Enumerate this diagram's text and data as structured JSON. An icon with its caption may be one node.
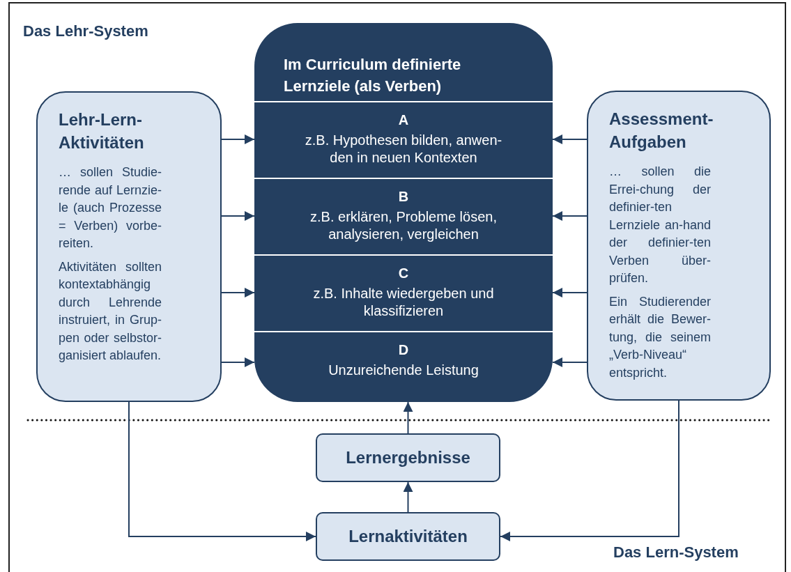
{
  "diagram": {
    "nodes": [
      {
        "text": [
          "Im Curriculum definierte Lernziele (als Verben)"
        ]
      },
      {
        "text": [
          "A",
          "z.B. Hypothesen bilden, anwen-den in neuen Kontexten"
        ],
        "in": 0
      },
      {
        "text": [
          "B",
          "z.B. erklären, Probleme lösen, analysieren, vergleichen"
        ],
        "in": 0
      },
      {
        "text": [
          "C",
          "z.B. Inhalte wiedergeben und klassifizieren"
        ],
        "in": 0
      },
      {
        "text": [
          "D",
          "Unzureichende Leistung"
        ],
        "in": 0
      },
      {
        "text": [
          "Lehr-Lern-Aktivitäten",
          "… sollen Studie-rende auf Lernzie-le (auch Prozesse = Verben) vorbe-reiten.",
          "Aktivitäten sollten kontextabhängig durch Lehrende instruiert, in Grup-pen oder selbstor-ganisiert ablaufen."
        ]
      },
      {
        "text": [
          "Assessment-Aufgaben",
          "… sollen die Errei-chung der definier-ten Lernziele an-hand der definier-ten Verben über-prüfen.",
          "Ein Studierender erhält die Bewer-tung, die seinem „Verb-Niveau“ entspricht."
        ]
      },
      {
        "text": [
          "Lernergebnisse"
        ]
      },
      {
        "text": [
          "Lernaktivitäten"
        ]
      }
    ],
    "edges": [
      {
        "from": 5,
        "to": 1,
        "arrow": "to"
      },
      {
        "from": 5,
        "to": 2,
        "arrow": "to"
      },
      {
        "from": 5,
        "to": 3,
        "arrow": "to"
      },
      {
        "from": 5,
        "to": 4,
        "arrow": "to"
      },
      {
        "from": 6,
        "to": 1,
        "arrow": "to"
      },
      {
        "from": 6,
        "to": 2,
        "arrow": "to"
      },
      {
        "from": 6,
        "to": 3,
        "arrow": "to"
      },
      {
        "from": 6,
        "to": 4,
        "arrow": "to"
      },
      {
        "from": 7,
        "to": 0,
        "arrow": "to"
      },
      {
        "from": 8,
        "to": 7,
        "arrow": "to"
      },
      {
        "from": 5,
        "to": 8,
        "arrow": "to"
      },
      {
        "from": 6,
        "to": 8,
        "arrow": "to"
      }
    ],
    "labels": [
      "Das Lehr-System",
      "Das Lern-System"
    ]
  }
}
